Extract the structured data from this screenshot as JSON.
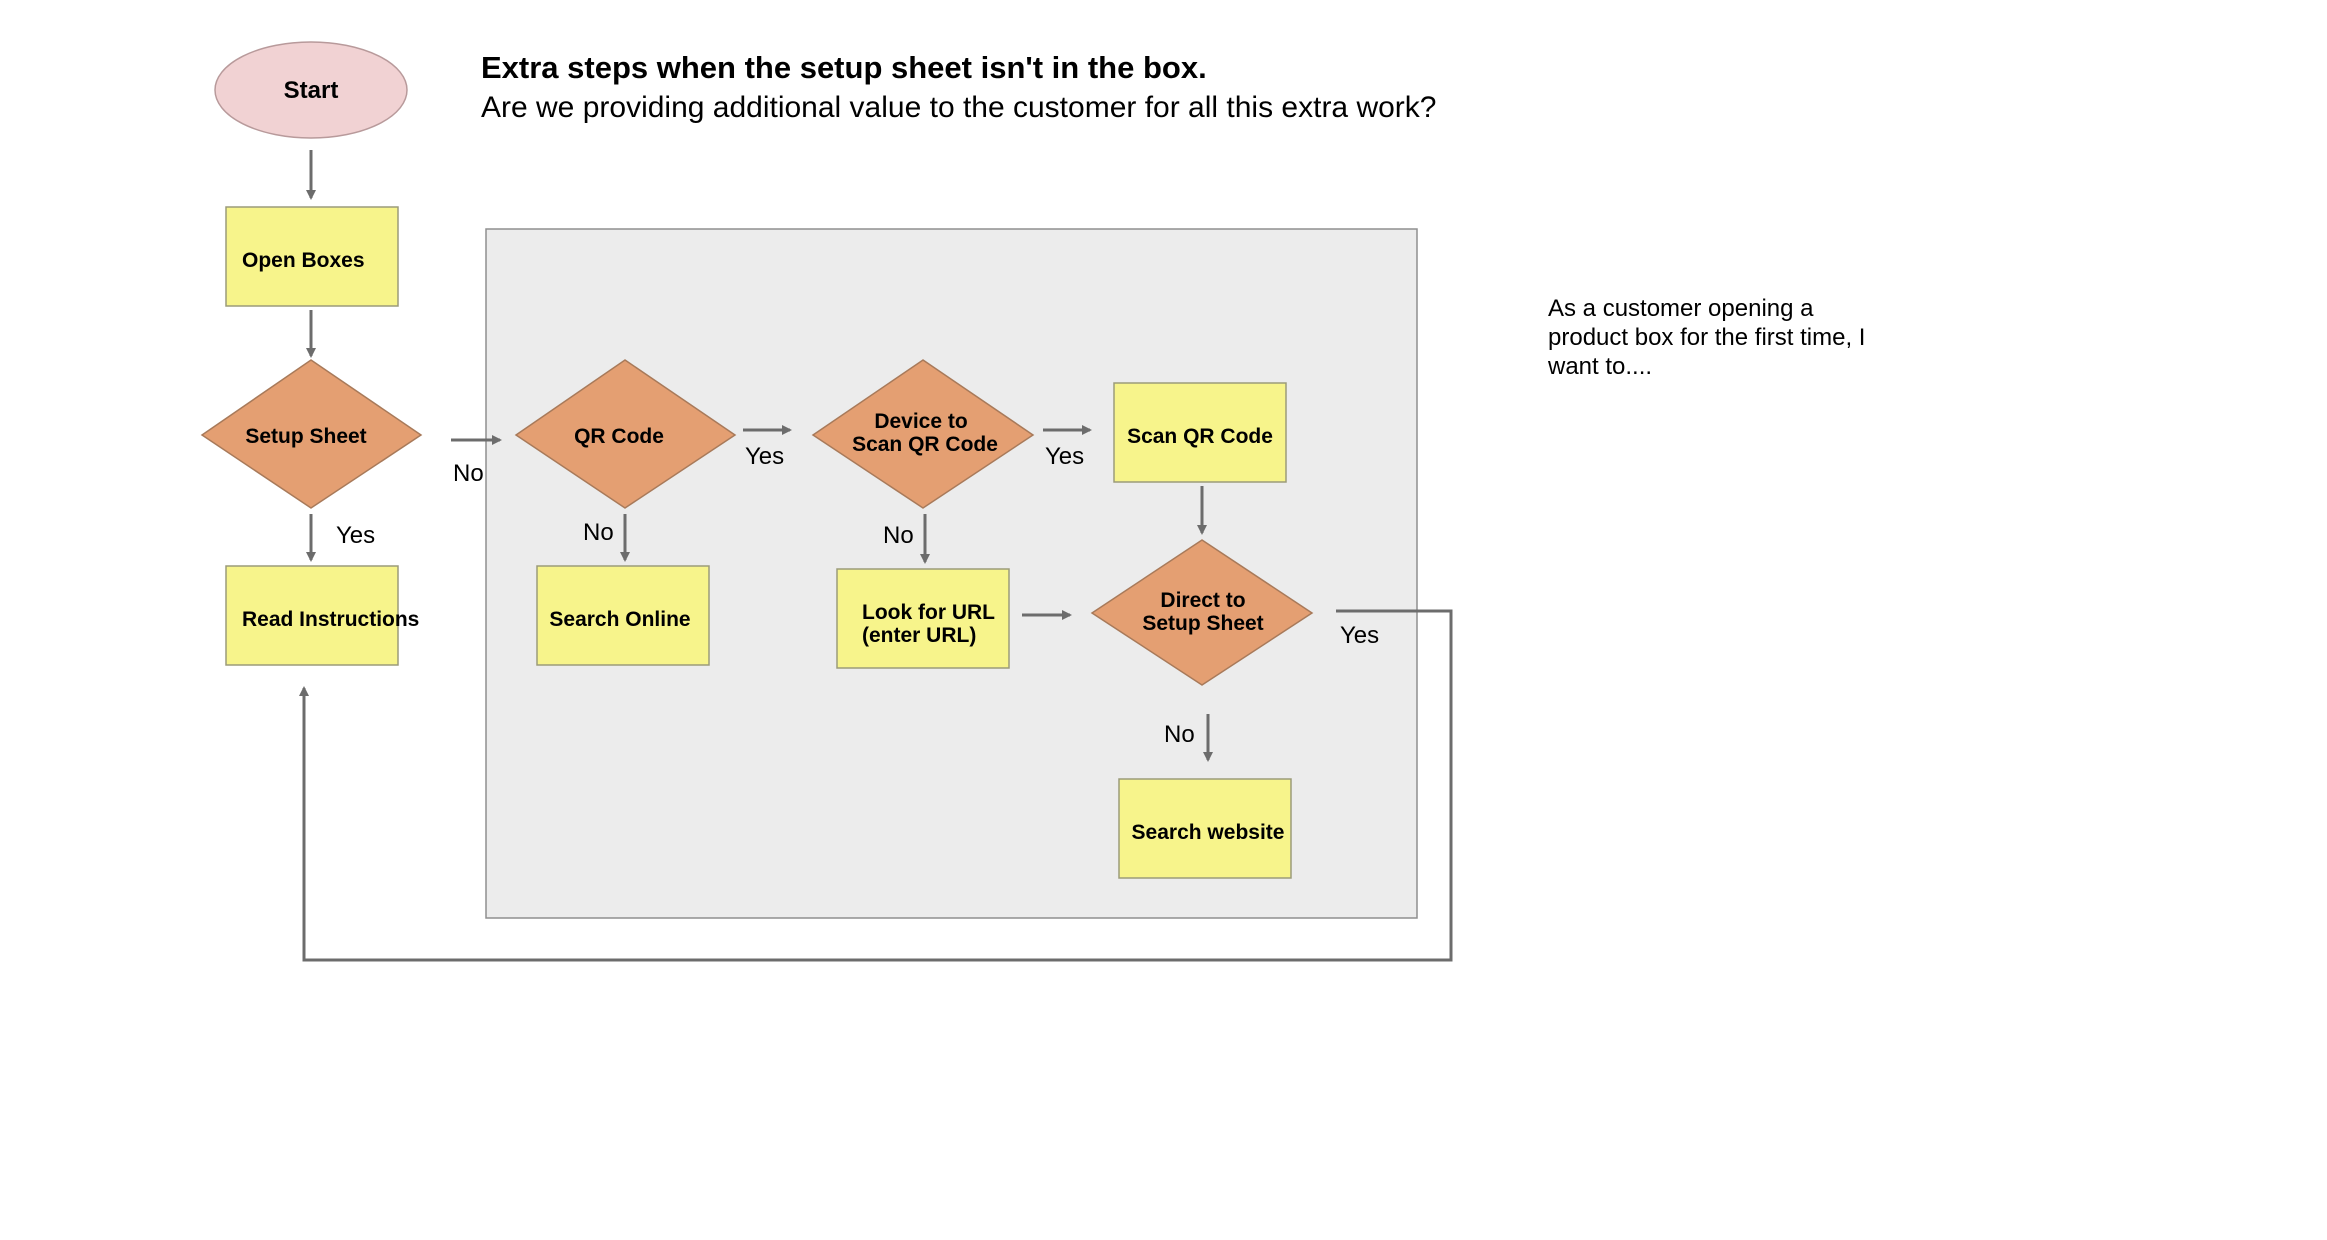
{
  "title": "Extra steps when the setup sheet isn't in the box.",
  "subtitle": "Are we providing additional value to the customer for all this extra work?",
  "note_lines": [
    "As a customer opening a",
    "product box for the first time, I",
    "want to...."
  ],
  "colors": {
    "process": "#f7f48b",
    "decision": "#e49f72",
    "terminal": "#f1d2d3",
    "group": "#ececec",
    "edge": "#6c6c6c"
  },
  "nodes": {
    "start": {
      "label": "Start",
      "shape": "oval"
    },
    "open_boxes": {
      "label": "Open Boxes",
      "shape": "rect"
    },
    "setup_sheet": {
      "label": "Setup Sheet",
      "shape": "diamond"
    },
    "read_instructions": {
      "label": "Read Instructions",
      "shape": "rect"
    },
    "qr_code": {
      "label": "QR Code",
      "shape": "diamond"
    },
    "search_online": {
      "label": "Search Online",
      "shape": "rect"
    },
    "device_scan": {
      "label_lines": [
        "Device to",
        "Scan QR Code"
      ],
      "shape": "diamond"
    },
    "look_for_url": {
      "label_lines": [
        "Look for URL",
        "(enter URL)"
      ],
      "shape": "rect"
    },
    "scan_qr": {
      "label": "Scan QR Code",
      "shape": "rect"
    },
    "direct_setup": {
      "label_lines": [
        "Direct to",
        "Setup Sheet"
      ],
      "shape": "diamond"
    },
    "search_website": {
      "label": "Search website",
      "shape": "rect"
    }
  },
  "edge_labels": {
    "setup_yes": "Yes",
    "setup_no": "No",
    "qr_yes": "Yes",
    "qr_no": "No",
    "device_yes": "Yes",
    "device_no": "No",
    "direct_yes": "Yes",
    "direct_no": "No"
  }
}
